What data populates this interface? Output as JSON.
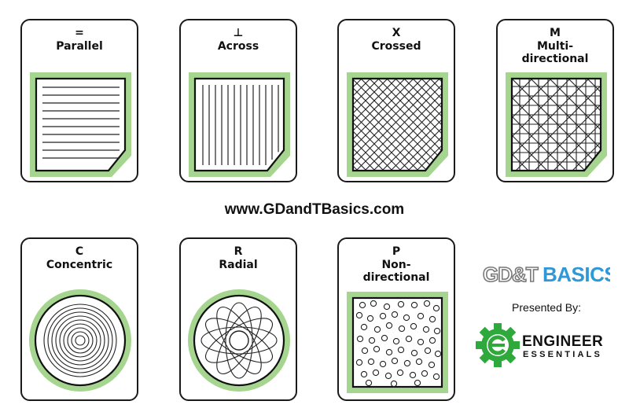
{
  "cards": [
    {
      "symbol": "=",
      "label": "Parallel",
      "label2": ""
    },
    {
      "symbol": "⊥",
      "label": "Across",
      "label2": ""
    },
    {
      "symbol": "X",
      "label": "Crossed",
      "label2": ""
    },
    {
      "symbol": "M",
      "label": "Multi-",
      "label2": "directional"
    },
    {
      "symbol": "C",
      "label": "Concentric",
      "label2": ""
    },
    {
      "symbol": "R",
      "label": "Radial",
      "label2": ""
    },
    {
      "symbol": "P",
      "label": "Non-",
      "label2": "directional"
    }
  ],
  "website": "www.GDandTBasics.com",
  "brand": {
    "part1": "GD&T",
    "part2": "BASICS"
  },
  "presented_by": "Presented By:",
  "company": {
    "line1": "ENGINEER",
    "line2": "ESSENTIALS"
  },
  "colors": {
    "frame_green": "#a5d58f",
    "border": "#1a1a1a",
    "brand_blue": "#2f98d7",
    "ee_green": "#2fa83c"
  }
}
